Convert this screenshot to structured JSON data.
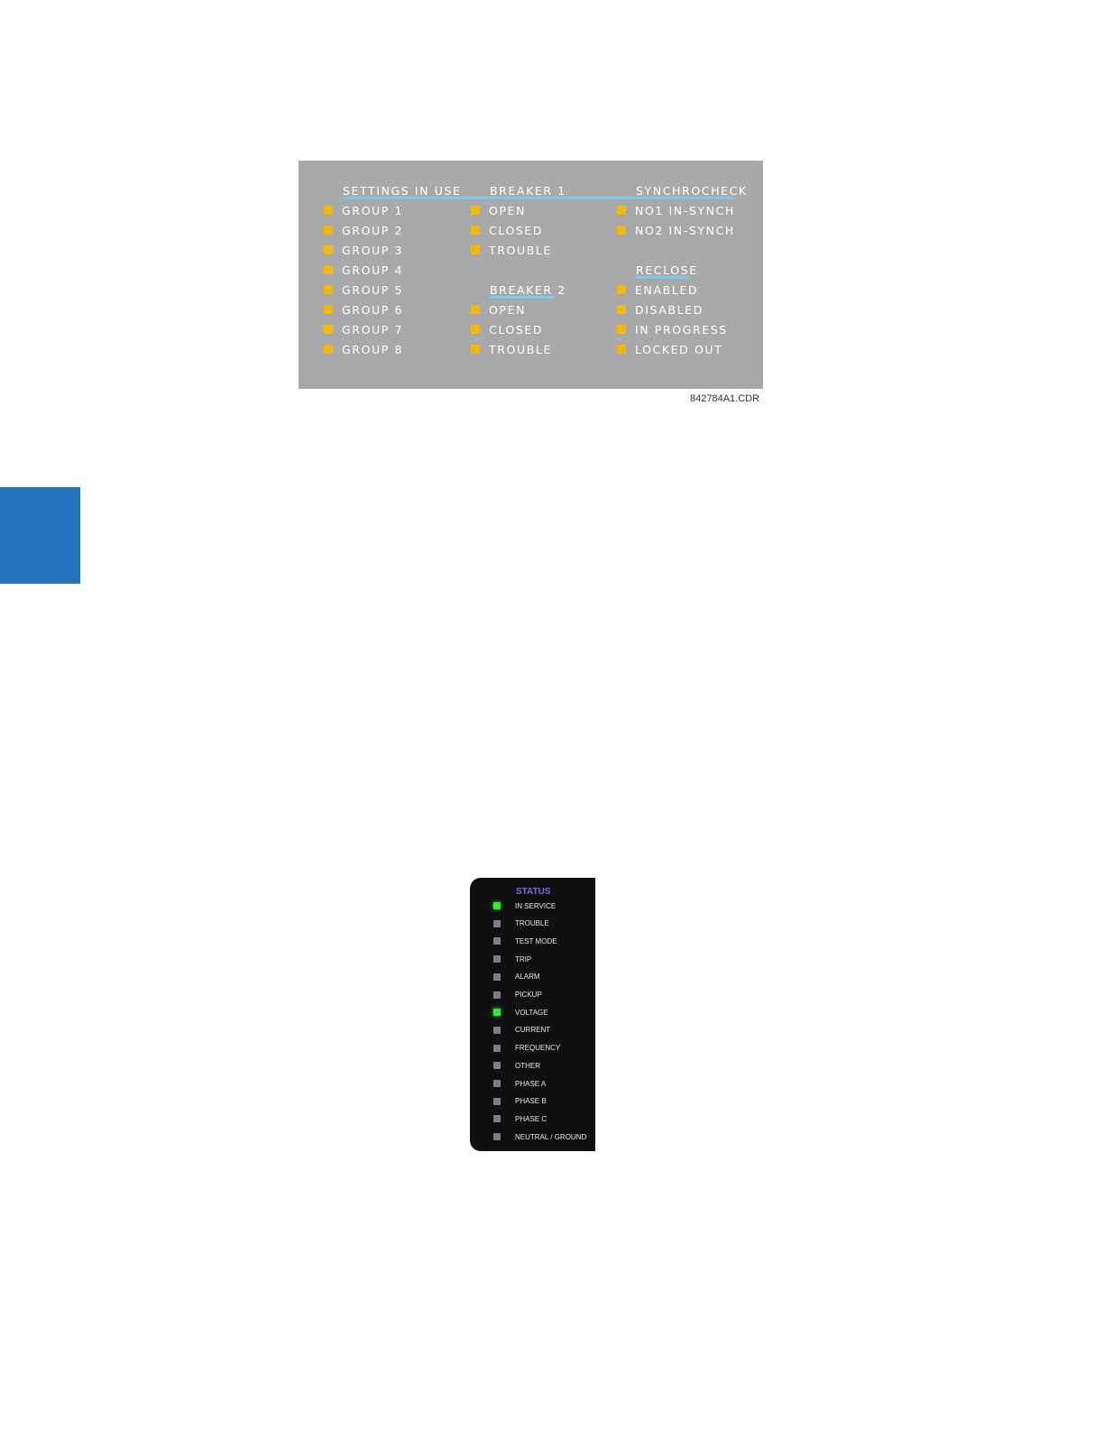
{
  "panel": {
    "col1": {
      "header": "SETTINGS IN USE",
      "items": [
        "GROUP 1",
        "GROUP 2",
        "GROUP 3",
        "GROUP 4",
        "GROUP 5",
        "GROUP 6",
        "GROUP 7",
        "GROUP 8"
      ]
    },
    "col2": {
      "header1": "BREAKER 1",
      "items1": [
        "OPEN",
        "CLOSED",
        "TROUBLE"
      ],
      "header2": "BREAKER 2",
      "items2": [
        "OPEN",
        "CLOSED",
        "TROUBLE"
      ]
    },
    "col3": {
      "header1": "SYNCHROCHECK",
      "items1": [
        "NO1 IN-SYNCH",
        "NO2 IN-SYNCH"
      ],
      "header2": "RECLOSE",
      "items2": [
        "ENABLED",
        "DISABLED",
        "IN PROGRESS",
        "LOCKED OUT"
      ]
    },
    "led_color": "#f5b800",
    "background_color": "#a7a8aa",
    "underline_color": "#7fc7ea"
  },
  "figure_code": "842784A1.CDR",
  "side_tab_color": "#2474bd",
  "status": {
    "title": "STATUS",
    "items": [
      {
        "label": "IN SERVICE",
        "on": true
      },
      {
        "label": "TROUBLE",
        "on": false
      },
      {
        "label": "TEST MODE",
        "on": false
      },
      {
        "label": "TRIP",
        "on": false
      },
      {
        "label": "ALARM",
        "on": false
      },
      {
        "label": "PICKUP",
        "on": false
      },
      {
        "label": "VOLTAGE",
        "on": true
      },
      {
        "label": "CURRENT",
        "on": false
      },
      {
        "label": "FREQUENCY",
        "on": false
      },
      {
        "label": "OTHER",
        "on": false
      },
      {
        "label": "PHASE A",
        "on": false
      },
      {
        "label": "PHASE B",
        "on": false
      },
      {
        "label": "PHASE C",
        "on": false
      },
      {
        "label": "NEUTRAL / GROUND",
        "on": false
      }
    ]
  }
}
